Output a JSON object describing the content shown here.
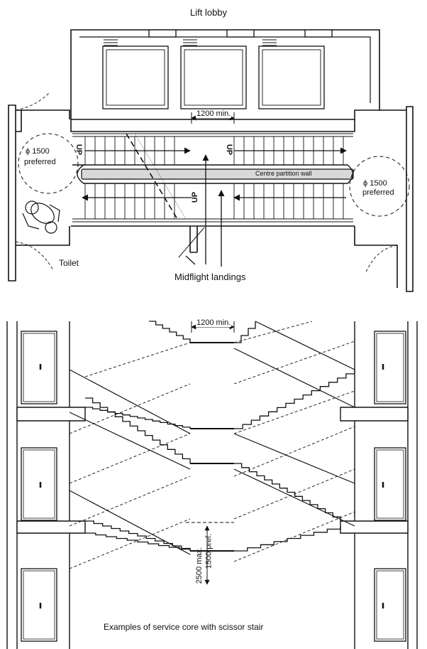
{
  "plan": {
    "lift_lobby": "Lift lobby",
    "width_min": "1200 min.",
    "turning_left_dim": "ϕ 1500",
    "turning_left_pref": "preferred",
    "turning_right_dim": "ϕ 1500",
    "turning_right_pref": "preferred",
    "partition": "Centre partition wall",
    "up_label": "UP",
    "toilet": "Toilet",
    "midflight": "Midflight landings"
  },
  "section": {
    "width_min": "1200 min.",
    "height_max": "2500 max.",
    "height_pref": "1500 pref."
  },
  "caption": "Examples of service core with scissor stair"
}
